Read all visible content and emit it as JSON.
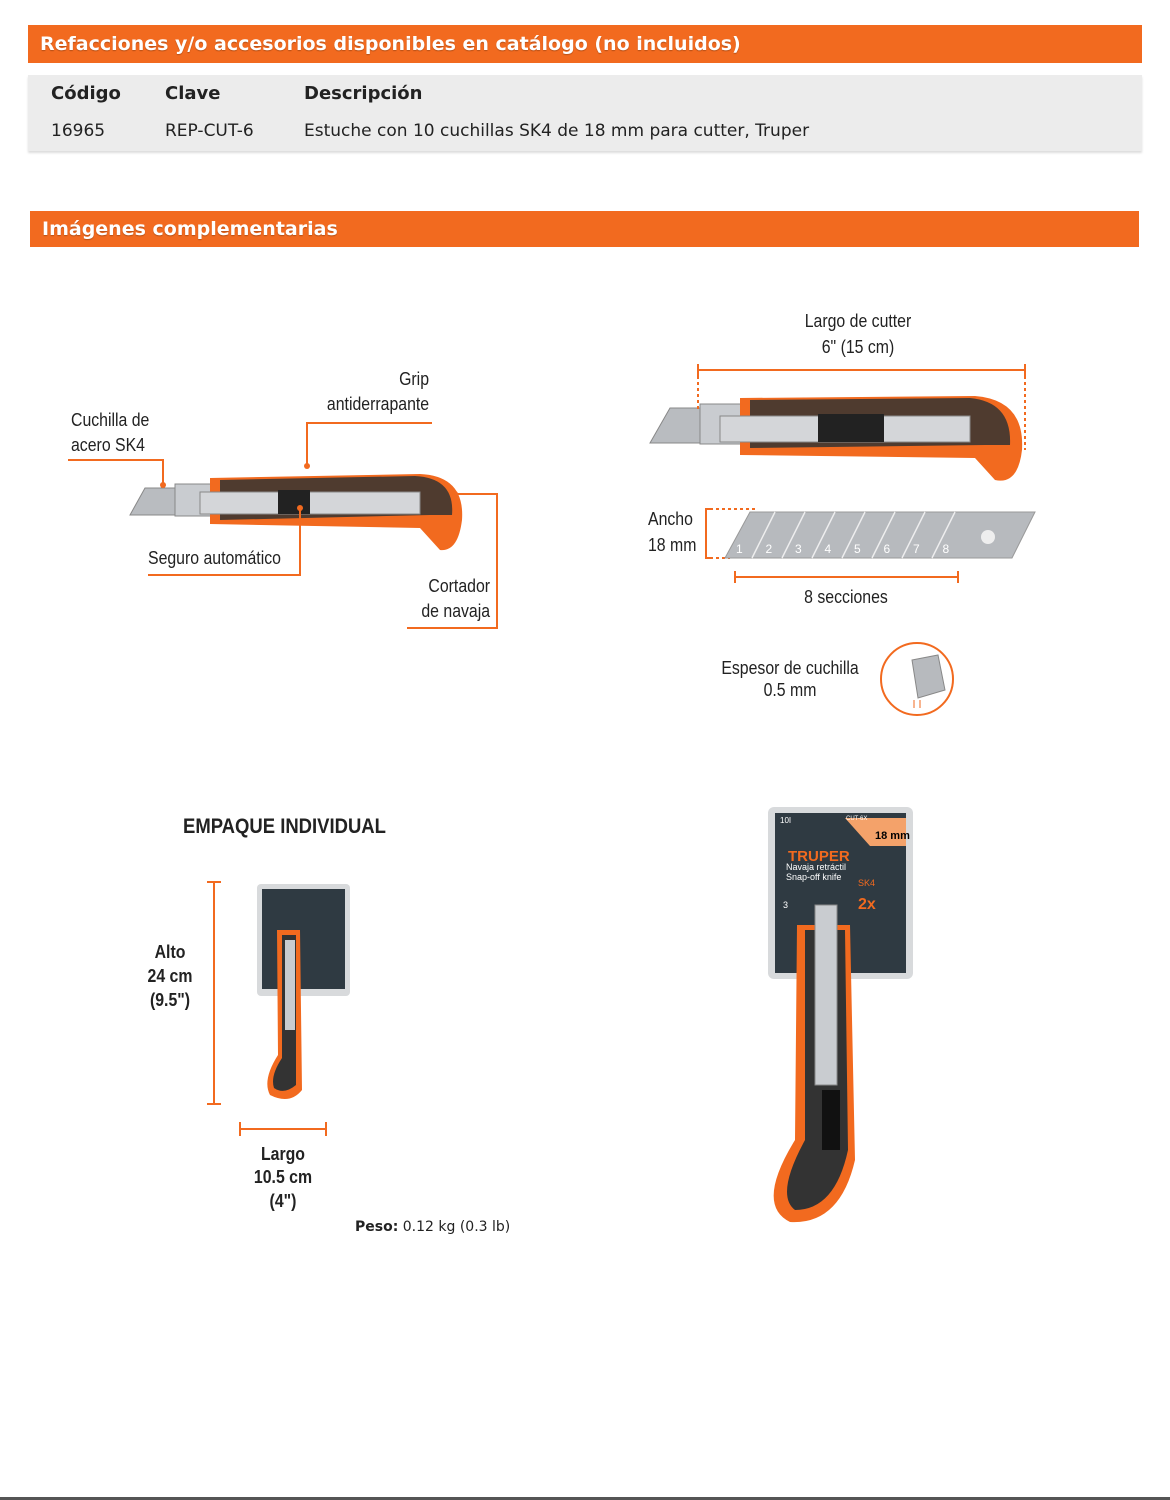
{
  "accessories": {
    "title": "Refacciones y/o accesorios disponibles en catálogo (no incluidos)",
    "headers": [
      "Código",
      "Clave",
      "Descripción"
    ],
    "rows": [
      [
        "16965",
        "REP-CUT-6",
        "Estuche con 10 cuchillas SK4 de 18 mm para cutter, Truper"
      ]
    ]
  },
  "images": {
    "title": "Imágenes complementarias",
    "labels": {
      "blade": [
        "Cuchilla de",
        "acero SK4"
      ],
      "grip": [
        "Grip",
        "antiderrapante"
      ],
      "lock": "Seguro automático",
      "cutter": [
        "Cortador",
        "de navaja"
      ],
      "length": [
        "Largo de cutter",
        "6\" (15 cm)"
      ],
      "width": [
        "Ancho",
        "18 mm"
      ],
      "sections": "8 secciones",
      "section_numbers": [
        "1",
        "2",
        "3",
        "4",
        "5",
        "6",
        "7",
        "8"
      ],
      "thickness": [
        "Espesor de cuchilla",
        "0.5 mm"
      ]
    },
    "package": {
      "title": "EMPAQUE INDIVIDUAL",
      "height": [
        "Alto",
        "24 cm",
        "(9.5\")"
      ],
      "length": [
        "Largo",
        "10.5 cm",
        "(4\")"
      ],
      "weight_label": "Peso:",
      "weight_value": "0.12 kg (0.3 lb)",
      "card": {
        "brand": "TRUPER",
        "product_es": "Navaja retráctil",
        "product_en": "Snap-off knife",
        "code": "CUT-6X",
        "size": "18 mm",
        "qty": "10I",
        "blades": "3",
        "steel": "SK4",
        "factor": "2x"
      }
    }
  },
  "colors": {
    "accent": "#f26a1f"
  }
}
